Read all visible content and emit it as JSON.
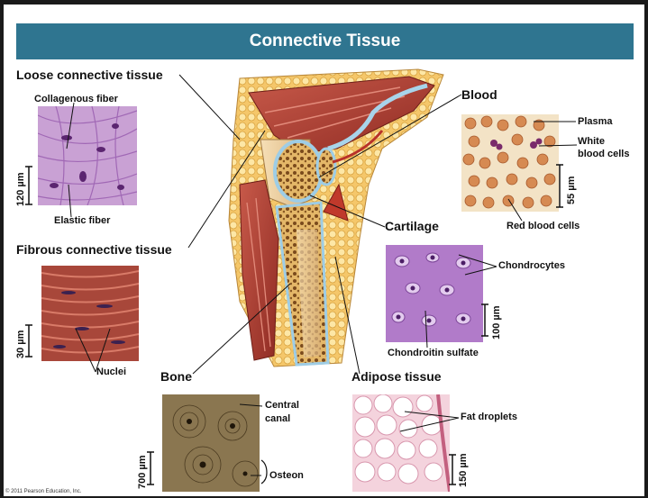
{
  "title": "Connective Tissue",
  "labels": {
    "loose": "Loose connective tissue",
    "collagenous": "Collagenous fiber",
    "elastic": "Elastic fiber",
    "fibrous": "Fibrous connective tissue",
    "nuclei": "Nuclei",
    "bone": "Bone",
    "central": "Central",
    "canal": "canal",
    "osteon": "Osteon",
    "adipose": "Adipose tissue",
    "fat": "Fat droplets",
    "cartilage": "Cartilage",
    "chondrocytes": "Chondrocytes",
    "chondroitin": "Chondroitin sulfate",
    "blood": "Blood",
    "plasma": "Plasma",
    "white": "White",
    "blood_cells": "blood cells",
    "red": "Red blood cells"
  },
  "scales": {
    "loose": "120 µm",
    "fibrous": "30 µm",
    "bone": "700 µm",
    "blood": "55 µm",
    "cartilage": "100 µm",
    "adipose": "150 µm"
  },
  "copyright": "© 2011 Pearson Education, Inc."
}
